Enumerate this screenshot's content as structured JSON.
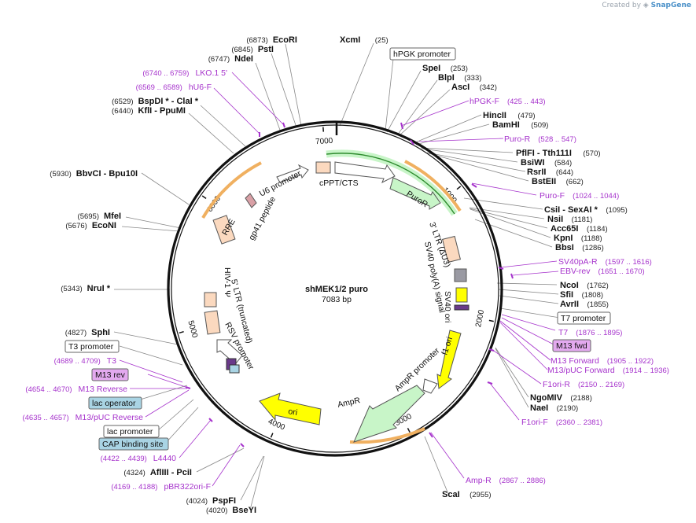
{
  "credit": {
    "prefix": "Created by",
    "brand": "SnapGene"
  },
  "plasmid": {
    "name": "shMEK1/2 puro",
    "length": "7083 bp",
    "total_bp": 7083
  },
  "ticks": [
    "1000",
    "2000",
    "3000",
    "4000",
    "5000",
    "6000",
    "7000"
  ],
  "enzymes_right": [
    {
      "name": "XcmI",
      "pos": "(25)"
    },
    {
      "name": "SpeI",
      "pos": "(253)"
    },
    {
      "name": "BlpI",
      "pos": "(333)"
    },
    {
      "name": "AscI",
      "pos": "(342)"
    },
    {
      "name": "HincII",
      "pos": "(479)"
    },
    {
      "name": "BamHI",
      "pos": "(509)"
    },
    {
      "name": "PflFI - Tth111I",
      "pos": "(570)"
    },
    {
      "name": "BsiWI",
      "pos": "(584)"
    },
    {
      "name": "RsrII",
      "pos": "(644)"
    },
    {
      "name": "BstEII",
      "pos": "(662)"
    },
    {
      "name": "CsiI - SexAI *",
      "pos": "(1095)"
    },
    {
      "name": "NsiI",
      "pos": "(1181)"
    },
    {
      "name": "Acc65I",
      "pos": "(1184)"
    },
    {
      "name": "KpnI",
      "pos": "(1188)"
    },
    {
      "name": "BbsI",
      "pos": "(1286)"
    },
    {
      "name": "NcoI",
      "pos": "(1762)"
    },
    {
      "name": "SfiI",
      "pos": "(1808)"
    },
    {
      "name": "AvrII",
      "pos": "(1855)"
    },
    {
      "name": "NgoMIV",
      "pos": "(2188)"
    },
    {
      "name": "NaeI",
      "pos": "(2190)"
    },
    {
      "name": "ScaI",
      "pos": "(2955)"
    }
  ],
  "enzymes_left": [
    {
      "name": "EcoRI",
      "pos": "(6873)"
    },
    {
      "name": "PstI",
      "pos": "(6845)"
    },
    {
      "name": "NdeI",
      "pos": "(6747)"
    },
    {
      "name": "BspDI * - ClaI *",
      "pos": "(6529)"
    },
    {
      "name": "KflI - PpuMI",
      "pos": "(6440)"
    },
    {
      "name": "BbvCI - Bpu10I",
      "pos": "(5930)"
    },
    {
      "name": "MfeI",
      "pos": "(5695)"
    },
    {
      "name": "EcoNI",
      "pos": "(5676)"
    },
    {
      "name": "NruI *",
      "pos": "(5343)"
    },
    {
      "name": "SphI",
      "pos": "(4827)"
    },
    {
      "name": "AflIII - PciI",
      "pos": "(4324)"
    },
    {
      "name": "PspFI",
      "pos": "(4024)"
    },
    {
      "name": "BseYI",
      "pos": "(4020)"
    }
  ],
  "primers_right": [
    {
      "name": "hPGK-F",
      "range": "(425 .. 443)"
    },
    {
      "name": "Puro-R",
      "range": "(528 .. 547)"
    },
    {
      "name": "Puro-F",
      "range": "(1024 .. 1044)"
    },
    {
      "name": "SV40pA-R",
      "range": "(1597 .. 1616)"
    },
    {
      "name": "EBV-rev",
      "range": "(1651 .. 1670)"
    },
    {
      "name": "T7",
      "range": "(1876 .. 1895)"
    },
    {
      "name": "M13 Forward",
      "range": "(1905 .. 1922)"
    },
    {
      "name": "M13/pUC Forward",
      "range": "(1914 .. 1936)"
    },
    {
      "name": "F1ori-R",
      "range": "(2150 .. 2169)"
    },
    {
      "name": "F1ori-F",
      "range": "(2360 .. 2381)"
    },
    {
      "name": "Amp-R",
      "range": "(2867 .. 2886)"
    }
  ],
  "primers_left": [
    {
      "name": "LKO.1 5'",
      "range": "(6740 .. 6759)"
    },
    {
      "name": "hU6-F",
      "range": "(6569 .. 6589)"
    },
    {
      "name": "T3",
      "range": "(4689 .. 4709)"
    },
    {
      "name": "M13 Reverse",
      "range": "(4654 .. 4670)"
    },
    {
      "name": "M13/pUC Reverse",
      "range": "(4635 .. 4657)"
    },
    {
      "name": "L4440",
      "range": "(4422 .. 4439)"
    },
    {
      "name": "pBR322ori-F",
      "range": "(4169 .. 4188)"
    }
  ],
  "boxed_labels": {
    "hpgk_promoter": "hPGK promoter",
    "t7_promoter": "T7 promoter",
    "m13_fwd": "M13 fwd",
    "t3_promoter": "T3 promoter",
    "m13_rev": "M13 rev",
    "lac_operator": "lac operator",
    "lac_promoter": "lac promoter",
    "cap_binding_site": "CAP binding site"
  },
  "features": {
    "u6_promoter": "U6 promoter",
    "cppt_cts": "cPPT/CTS",
    "puror": "PuroR",
    "ltr_3": "3' LTR (ΔU3)",
    "sv40_polya": "SV40 poly(A) signal",
    "sv40_ori": "SV40 ori",
    "f1_ori": "f1 ori",
    "ampr_promoter": "AmpR promoter",
    "ampr": "AmpR",
    "ori": "ori",
    "rsv_promoter": "RSV promoter",
    "ltr_5": "5' LTR (truncated)",
    "hiv_psi": "HIV-1 Ψ",
    "rre": "RRE",
    "gp41": "gp41 peptide"
  },
  "colors": {
    "primer": "#a633cc",
    "backbone": "#111111",
    "green_feature": "#c8f5c8",
    "orf_highlight": "#f0b060",
    "ori_yellow": "#ffff00",
    "rre": "#fbd9bf",
    "misc_feature_grey": "#9a9aa3",
    "lac_operator": "#a9d4e4",
    "m13_box": "#e3a9ef"
  }
}
